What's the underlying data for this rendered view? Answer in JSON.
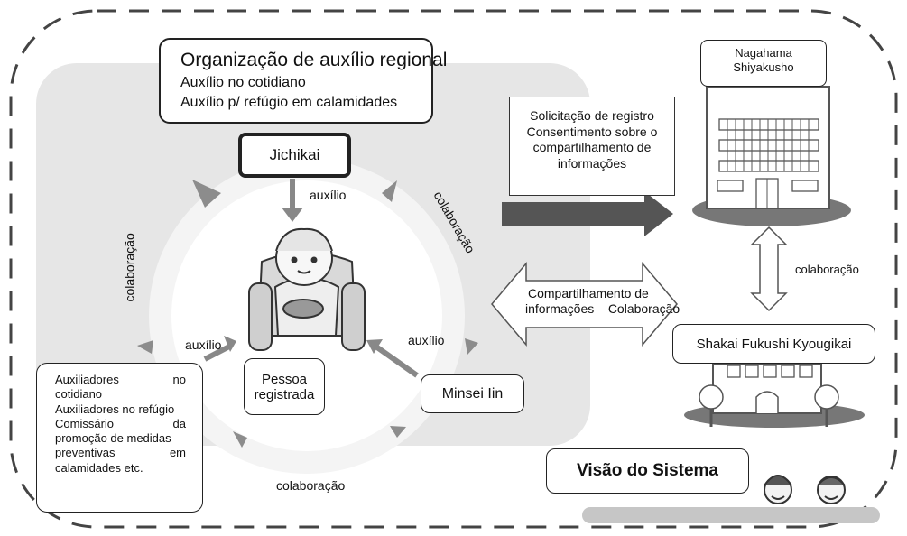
{
  "org": {
    "title": "Organização de auxílio regional",
    "line1": "Auxílio no cotidiano",
    "line2": "Auxílio p/ refúgio em calamidades"
  },
  "jichikai": "Jichikai",
  "pessoa": {
    "line1": "Pessoa",
    "line2": "registrada"
  },
  "minsei": "Minsei Iin",
  "auxiliadores": {
    "r1a": "Auxiliadores",
    "r1b": "no",
    "r2": "cotidiano",
    "r3": "Auxiliadores no refúgio",
    "r4a": "Comissário",
    "r4b": "da",
    "r5": "promoção de medidas",
    "r6a": "preventivas",
    "r6b": "em",
    "r7": "calamidades etc."
  },
  "labels": {
    "auxilio_top": "auxílio",
    "auxilio_left": "auxílio",
    "auxilio_right": "auxílio",
    "colaboracao_left": "colaboração",
    "colaboracao_right": "colaboração",
    "colaboracao_bottom": "colaboração",
    "colaboracao_side": "colaboração"
  },
  "request": {
    "line1": "Solicitação de registro",
    "line2": "Consentimento sobre o",
    "line3": "compartilhamento de",
    "line4": "informações"
  },
  "sharing": {
    "line1": "Compartilhamento de",
    "line2": "informações – Colaboração"
  },
  "nagahama": {
    "line1": "Nagahama",
    "line2": "Shiyakusho"
  },
  "shakai": "Shakai Fukushi Kyougikai",
  "visao": "Visão do Sistema"
}
